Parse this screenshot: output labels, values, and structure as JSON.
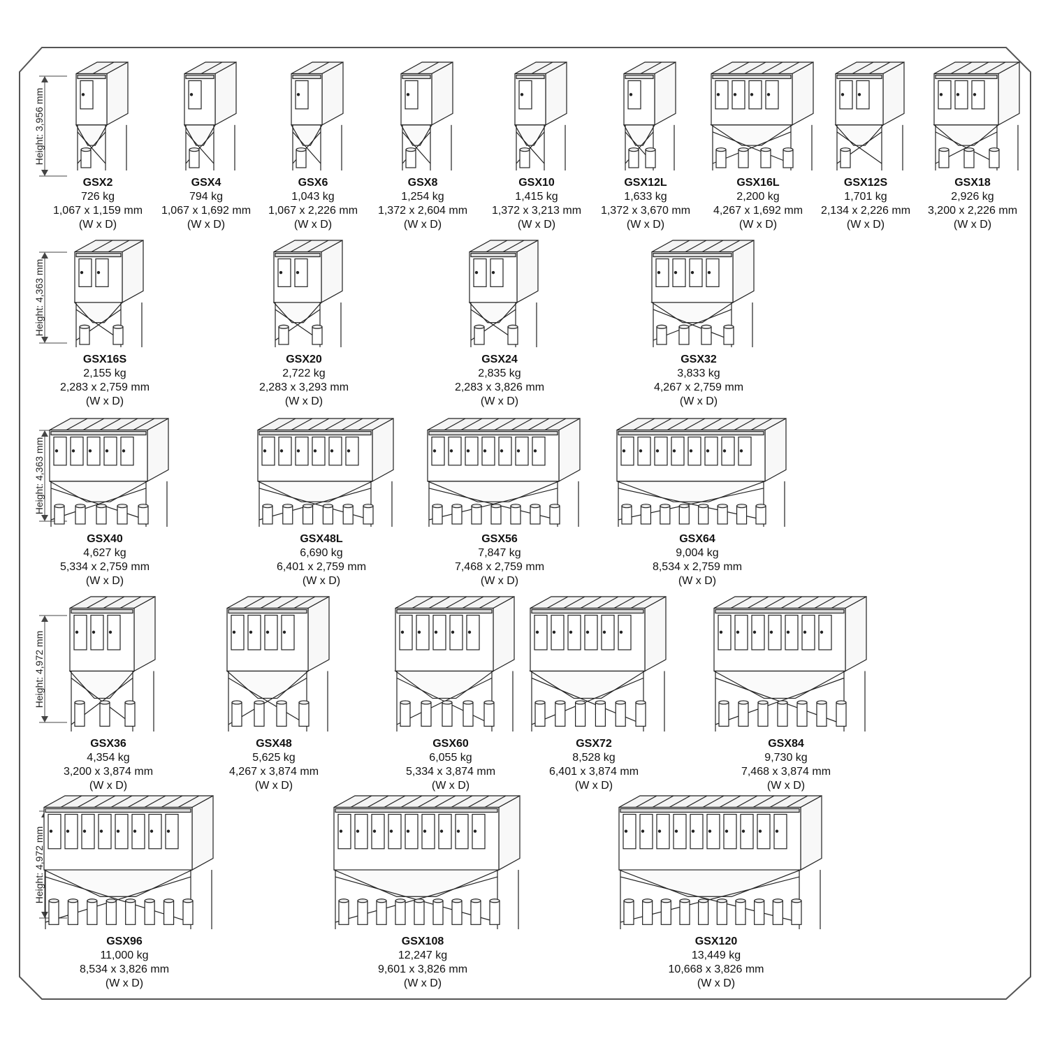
{
  "rows": [
    {
      "height_label": "Height: 3,956 mm",
      "units": [
        {
          "model": "GSX2",
          "weight": "726 kg",
          "dims": "1,067 x 1,159 mm",
          "wd": "(W x D)",
          "doors": 1,
          "hoppers": 1
        },
        {
          "model": "GSX4",
          "weight": "794 kg",
          "dims": "1,067 x 1,692 mm",
          "wd": "(W x D)",
          "doors": 1,
          "hoppers": 1
        },
        {
          "model": "GSX6",
          "weight": "1,043 kg",
          "dims": "1,067 x 2,226 mm",
          "wd": "(W x D)",
          "doors": 1,
          "hoppers": 1
        },
        {
          "model": "GSX8",
          "weight": "1,254 kg",
          "dims": "1,372 x 2,604 mm",
          "wd": "(W x D)",
          "doors": 1,
          "hoppers": 1
        },
        {
          "model": "GSX10",
          "weight": "1,415 kg",
          "dims": "1,372 x 3,213 mm",
          "wd": "(W x D)",
          "doors": 1,
          "hoppers": 1
        },
        {
          "model": "GSX12L",
          "weight": "1,633 kg",
          "dims": "1,372 x 3,670 mm",
          "wd": "(W x D)",
          "doors": 1,
          "hoppers": 2
        },
        {
          "model": "GSX16L",
          "weight": "2,200 kg",
          "dims": "4,267 x 1,692 mm",
          "wd": "(W x D)",
          "doors": 4,
          "hoppers": 4
        },
        {
          "model": "GSX12S",
          "weight": "1,701 kg",
          "dims": "2,134 x 2,226 mm",
          "wd": "(W x D)",
          "doors": 2,
          "hoppers": 1
        },
        {
          "model": "GSX18",
          "weight": "2,926 kg",
          "dims": "3,200 x 2,226 mm",
          "wd": "(W x D)",
          "doors": 3,
          "hoppers": 3
        }
      ]
    },
    {
      "height_label": "Height: 4,363 mm",
      "units": [
        {
          "model": "GSX16S",
          "weight": "2,155 kg",
          "dims": "2,283 x 2,759 mm",
          "wd": "(W x D)",
          "doors": 2,
          "hoppers": 2
        },
        {
          "model": "GSX20",
          "weight": "2,722 kg",
          "dims": "2,283 x 3,293 mm",
          "wd": "(W x D)",
          "doors": 2,
          "hoppers": 2
        },
        {
          "model": "GSX24",
          "weight": "2,835 kg",
          "dims": "2,283 x 3,826 mm",
          "wd": "(W x D)",
          "doors": 2,
          "hoppers": 2
        },
        {
          "model": "GSX32",
          "weight": "3,833 kg",
          "dims": "4,267 x 2,759 mm",
          "wd": "(W x D)",
          "doors": 4,
          "hoppers": 4
        }
      ]
    },
    {
      "height_label": "Height: 4,363 mm",
      "units": [
        {
          "model": "GSX40",
          "weight": "4,627 kg",
          "dims": "5,334 x 2,759 mm",
          "wd": "(W x D)",
          "doors": 5,
          "hoppers": 5
        },
        {
          "model": "GSX48L",
          "weight": "6,690 kg",
          "dims": "6,401 x 2,759 mm",
          "wd": "(W x D)",
          "doors": 6,
          "hoppers": 6
        },
        {
          "model": "GSX56",
          "weight": "7,847 kg",
          "dims": "7,468 x 2,759 mm",
          "wd": "(W x D)",
          "doors": 7,
          "hoppers": 7
        },
        {
          "model": "GSX64",
          "weight": "9,004 kg",
          "dims": "8,534 x 2,759 mm",
          "wd": "(W x D)",
          "doors": 8,
          "hoppers": 8
        }
      ]
    },
    {
      "height_label": "Height: 4,972 mm",
      "units": [
        {
          "model": "GSX36",
          "weight": "4,354 kg",
          "dims": "3,200 x 3,874 mm",
          "wd": "(W x D)",
          "doors": 3,
          "hoppers": 3
        },
        {
          "model": "GSX48",
          "weight": "5,625 kg",
          "dims": "4,267 x 3,874 mm",
          "wd": "(W x D)",
          "doors": 4,
          "hoppers": 4
        },
        {
          "model": "GSX60",
          "weight": "6,055 kg",
          "dims": "5,334 x 3,874 mm",
          "wd": "(W x D)",
          "doors": 5,
          "hoppers": 5
        },
        {
          "model": "GSX72",
          "weight": "8,528 kg",
          "dims": "6,401 x 3,874 mm",
          "wd": "(W x D)",
          "doors": 6,
          "hoppers": 6
        },
        {
          "model": "GSX84",
          "weight": "9,730 kg",
          "dims": "7,468 x 3,874 mm",
          "wd": "(W x D)",
          "doors": 7,
          "hoppers": 7
        }
      ]
    },
    {
      "height_label": "Height: 4,972 mm",
      "units": [
        {
          "model": "GSX96",
          "weight": "11,000 kg",
          "dims": "8,534 x 3,826 mm",
          "wd": "(W x D)",
          "doors": 8,
          "hoppers": 8
        },
        {
          "model": "GSX108",
          "weight": "12,247 kg",
          "dims": "9,601 x 3,826 mm",
          "wd": "(W x D)",
          "doors": 9,
          "hoppers": 9
        },
        {
          "model": "GSX120",
          "weight": "13,449 kg",
          "dims": "10,668 x 3,826 mm",
          "wd": "(W x D)",
          "doors": 10,
          "hoppers": 10
        }
      ]
    }
  ]
}
